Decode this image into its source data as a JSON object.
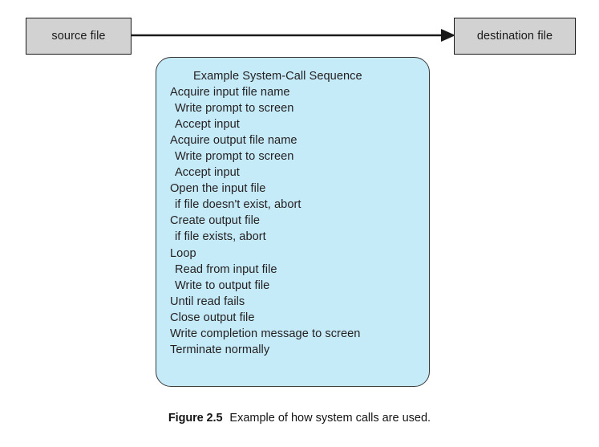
{
  "diagram": {
    "source_box": {
      "label": "source file"
    },
    "destination_box": {
      "label": "destination file"
    },
    "arrow": {
      "name": "copy-flow-arrow",
      "direction": "left-to-right"
    },
    "sequence_panel": {
      "title": "Example System-Call Sequence",
      "steps": [
        {
          "text": "Acquire input file name",
          "indent": 0
        },
        {
          "text": "Write prompt to screen",
          "indent": 1
        },
        {
          "text": "Accept input",
          "indent": 1
        },
        {
          "text": "Acquire output file name",
          "indent": 0
        },
        {
          "text": "Write prompt to screen",
          "indent": 1
        },
        {
          "text": "Accept input",
          "indent": 1
        },
        {
          "text": "Open the input file",
          "indent": 0
        },
        {
          "text": "if file doesn't exist, abort",
          "indent": 1
        },
        {
          "text": "Create output file",
          "indent": 0
        },
        {
          "text": "if file exists, abort",
          "indent": 1
        },
        {
          "text": "Loop",
          "indent": 0
        },
        {
          "text": "Read from input file",
          "indent": 1
        },
        {
          "text": "Write to output file",
          "indent": 1
        },
        {
          "text": "Until read fails",
          "indent": 0
        },
        {
          "text": "Close output file",
          "indent": 0
        },
        {
          "text": "Write completion message to screen",
          "indent": 0
        },
        {
          "text": "Terminate normally",
          "indent": 0
        }
      ]
    }
  },
  "caption": {
    "label": "Figure 2.5",
    "text": "Example of how system calls are used."
  },
  "colors": {
    "panel_fill": "#c5eaf8",
    "panel_border": "#3a3a3a",
    "box_fill": "#d2d2d2",
    "box_border": "#1a1a1a",
    "text": "#231f20",
    "page_background": "#ffffff"
  }
}
